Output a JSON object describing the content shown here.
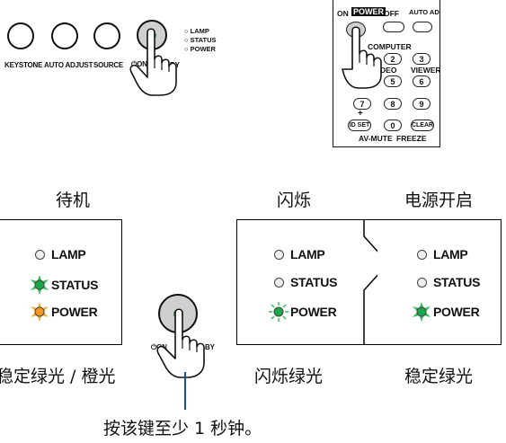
{
  "top_panel": {
    "buttons": [
      {
        "label": "KEYSTONE"
      },
      {
        "label": "AUTO ADJUST"
      },
      {
        "label": "SOURCE"
      }
    ],
    "power_label_left": "ON",
    "power_label_right": "BY",
    "indicators": [
      "LAMP",
      "STATUS",
      "POWER"
    ]
  },
  "remote": {
    "on": "ON",
    "power": "POWER",
    "off": "OFF",
    "auto_adj": "AUTO ADJ.",
    "computer": "COMPUTER",
    "video": "VIDEO",
    "viewer": "VIEWER",
    "keys": [
      "2",
      "3",
      "5",
      "6",
      "7",
      "8",
      "9",
      "0"
    ],
    "id_set": "ID SET",
    "clear": "CLEAR",
    "plus": "+",
    "av_mute": "AV-MUTE",
    "freeze": "FREEZE"
  },
  "states": [
    {
      "title": "待机",
      "caption": "稳定绿光 / 橙光",
      "lamp": "LAMP",
      "status": "STATUS",
      "power": "POWER"
    },
    {
      "title": "闪烁",
      "caption": "闪烁绿光",
      "lamp": "LAMP",
      "status": "STATUS",
      "power": "POWER"
    },
    {
      "title": "电源开启",
      "caption": "稳定绿光",
      "lamp": "LAMP",
      "status": "STATUS",
      "power": "POWER"
    }
  ],
  "center_button": {
    "label_left": "ON",
    "label_right": "BY"
  },
  "instruction": "按该键至少 1 秒钟。",
  "colors": {
    "green": "#1aa84a",
    "glow_green": "#38c060",
    "orange": "#f39a1e",
    "gray": "#cfcfcf",
    "line_blue": "#1a4f9c"
  }
}
